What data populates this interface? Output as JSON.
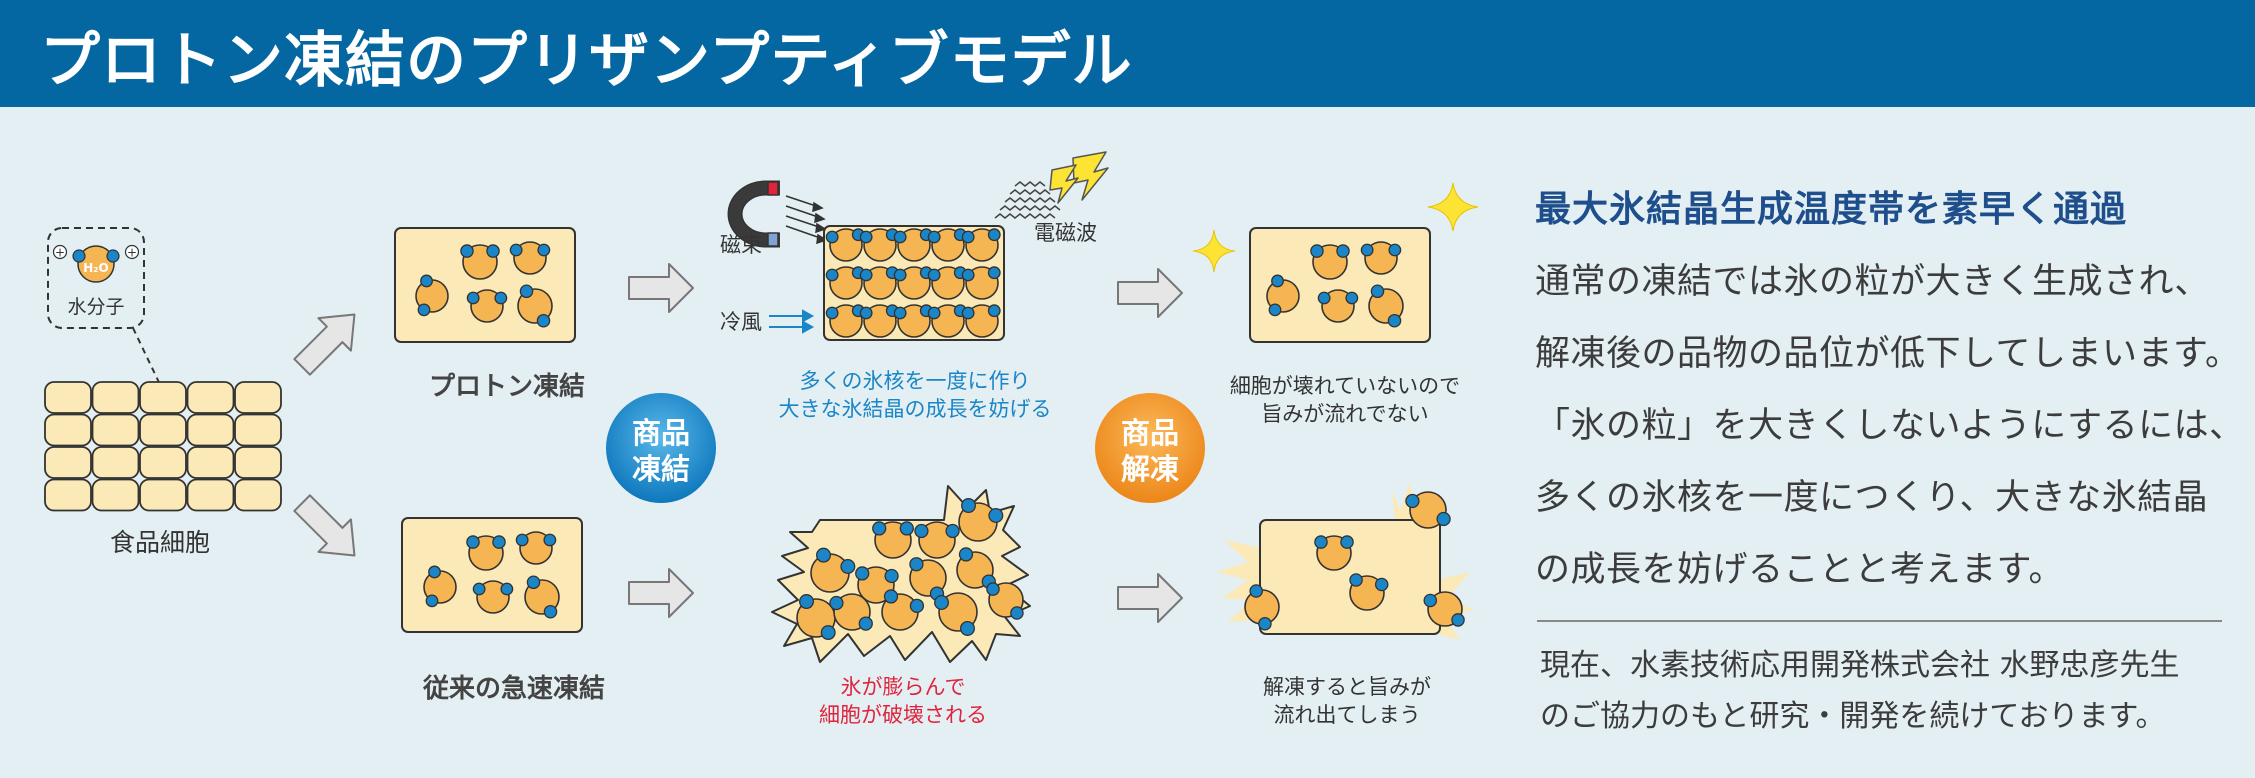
{
  "header": {
    "title": "プロトン凍結のプリザンプティブモデル"
  },
  "diagram": {
    "food_cell": "食品細胞",
    "water_molecule": "水分子",
    "h2o": "H₂O",
    "plus": "+",
    "proton_freezing": "プロトン凍結",
    "conventional_freezing": "従来の急速凍結",
    "magnetic_flux": "磁束",
    "electromagnetic_wave": "電磁波",
    "cold_air": "冷風",
    "proton_caption": [
      "多くの氷核を一度に作り",
      "大きな氷結晶の成長を妨げる"
    ],
    "conventional_caption": [
      "氷が膨らんで",
      "細胞が破壊される"
    ],
    "badge_freeze": [
      "商品",
      "凍結"
    ],
    "badge_thaw": [
      "商品",
      "解凍"
    ],
    "good_result": [
      "細胞が壊れていないので",
      "旨みが流れでない"
    ],
    "bad_result": [
      "解凍すると旨みが",
      "流れ出てしまう"
    ]
  },
  "panel": {
    "heading": "最大氷結晶生成温度帯を素早く通過",
    "lines": [
      "通常の凍結では氷の粒が大きく生成され、",
      "解凍後の品物の品位が低下してしまいます。",
      "「氷の粒」を大きくしないようにするには、",
      "多くの氷核を一度につくり、大きな氷結晶",
      "の成長を妨げることと考えます。"
    ],
    "credit": [
      "現在、水素技術応用開発株式会社 水野忠彦先生",
      "のご協力のもと研究・開発を続けております。"
    ]
  },
  "colors": {
    "header_bg": "#0567a1",
    "background": "#e3eff3",
    "cell_fill": "#fbeab8",
    "particle_fill": "#f5b553",
    "dot_fill": "#1a86c7",
    "caption_blue": "#1a86c7",
    "caption_red": "#e0243c",
    "heading_blue": "#1e4e8c",
    "badge_blue": "#1a86c7",
    "badge_orange": "#f0901f",
    "spark_yellow": "#fde434"
  }
}
